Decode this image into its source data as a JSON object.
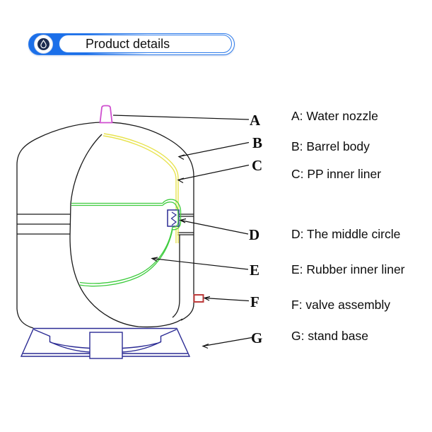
{
  "header": {
    "title": "Product details",
    "icon": "water-drop-icon",
    "accent_color": "#1b6fe9"
  },
  "diagram": {
    "callouts": [
      {
        "letter": "A",
        "label": "A: Water nozzle",
        "color": "#cf4fcf"
      },
      {
        "letter": "B",
        "label": "B: Barrel body",
        "color": "#1a1a1a"
      },
      {
        "letter": "C",
        "label": "C: PP inner liner",
        "color": "#e8e34f"
      },
      {
        "letter": "D",
        "label": "D: The middle circle",
        "color": "#2b2b94"
      },
      {
        "letter": "E",
        "label": "E: Rubber inner liner",
        "color": "#3fcc3f"
      },
      {
        "letter": "F",
        "label": "F: valve assembly",
        "color": "#bd3b3b"
      },
      {
        "letter": "G",
        "label": "G: stand base",
        "color": "#2b2b94"
      }
    ]
  }
}
